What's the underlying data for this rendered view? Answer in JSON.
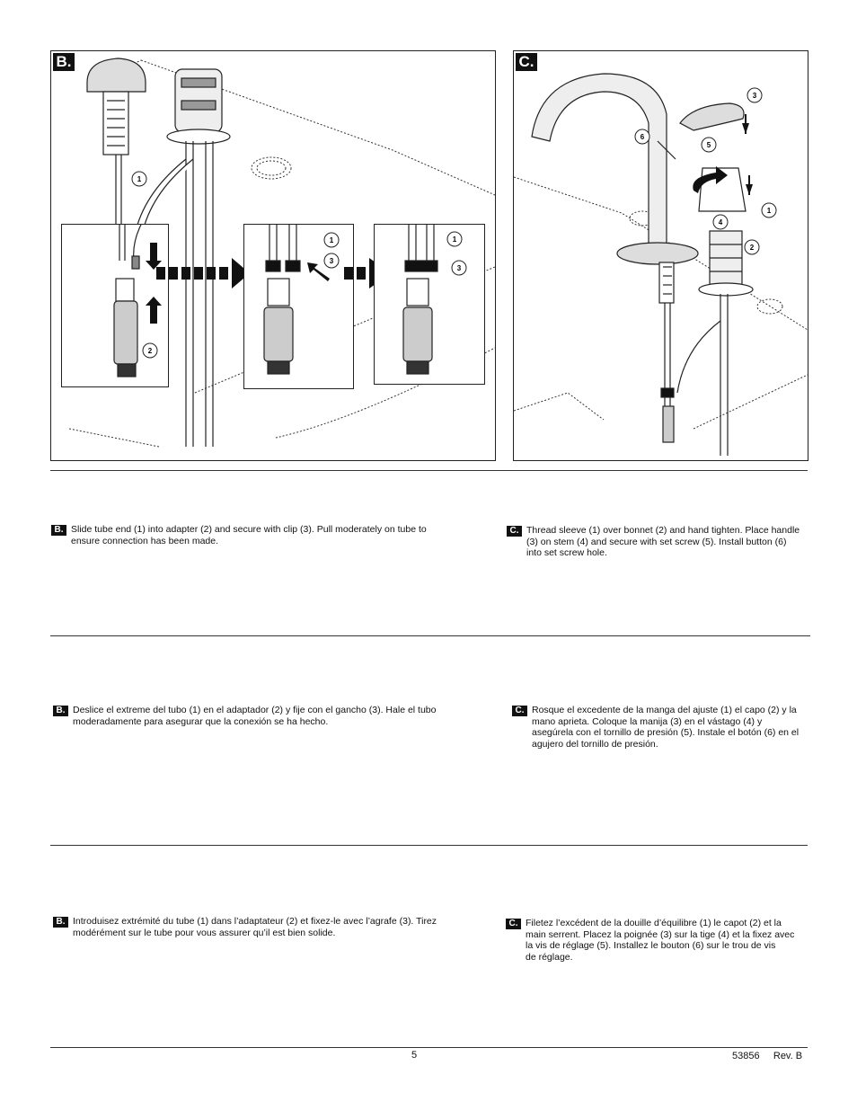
{
  "panels": {
    "b": {
      "label": "B."
    },
    "c": {
      "label": "C."
    }
  },
  "callouts": {
    "b_main": [
      "1",
      "2"
    ],
    "b_mid": [
      "1",
      "3"
    ],
    "b_right": [
      "1",
      "3"
    ],
    "c": [
      "3",
      "6",
      "5",
      "1",
      "4",
      "2"
    ]
  },
  "english": {
    "b": {
      "badge": "B.",
      "text": "Slide tube end (1) into adapter (2) and secure with clip (3). Pull moderately on tube to\nensure connection has been made."
    },
    "c": {
      "badge": "C.",
      "text": "Thread sleeve (1) over bonnet (2) and hand tighten. Place handle\n(3) on stem (4) and secure with set screw (5). Install button (6)\ninto set screw hole."
    }
  },
  "spanish": {
    "b": {
      "badge": "B.",
      "text": "Deslice el extreme del tubo (1) en el adaptador (2) y fije con el gancho (3). Hale el tubo\nmoderadamente para asegurar que la conexión se ha hecho."
    },
    "c": {
      "badge": "C.",
      "text": "Rosque el excedente de la manga del ajuste (1) el capo (2) y la\nmano aprieta. Coloque la manija (3) en el vástago (4) y\nasegúrela con el tornillo de presión (5). Instale el botón (6) en el\nagujero del tornillo de presión."
    }
  },
  "french": {
    "b": {
      "badge": "B.",
      "text": "Introduisez extrémité du tube (1) dans l’adaptateur (2) et fixez-le avec l’agrafe (3). Tirez\nmodérément sur le tube pour vous assurer qu’il est bien solide."
    },
    "c": {
      "badge": "C.",
      "text": "Filetez l’excédent de la douille d’équilibre (1) le capot (2) et la\nmain serrent. Placez la poignée (3) sur la tige (4) et la fixez avec\nla vis de réglage (5). Installez le bouton (6) sur le trou de vis\nde réglage."
    }
  },
  "footer": {
    "page_number": "5",
    "doc_id": "53856     Rev. B"
  }
}
